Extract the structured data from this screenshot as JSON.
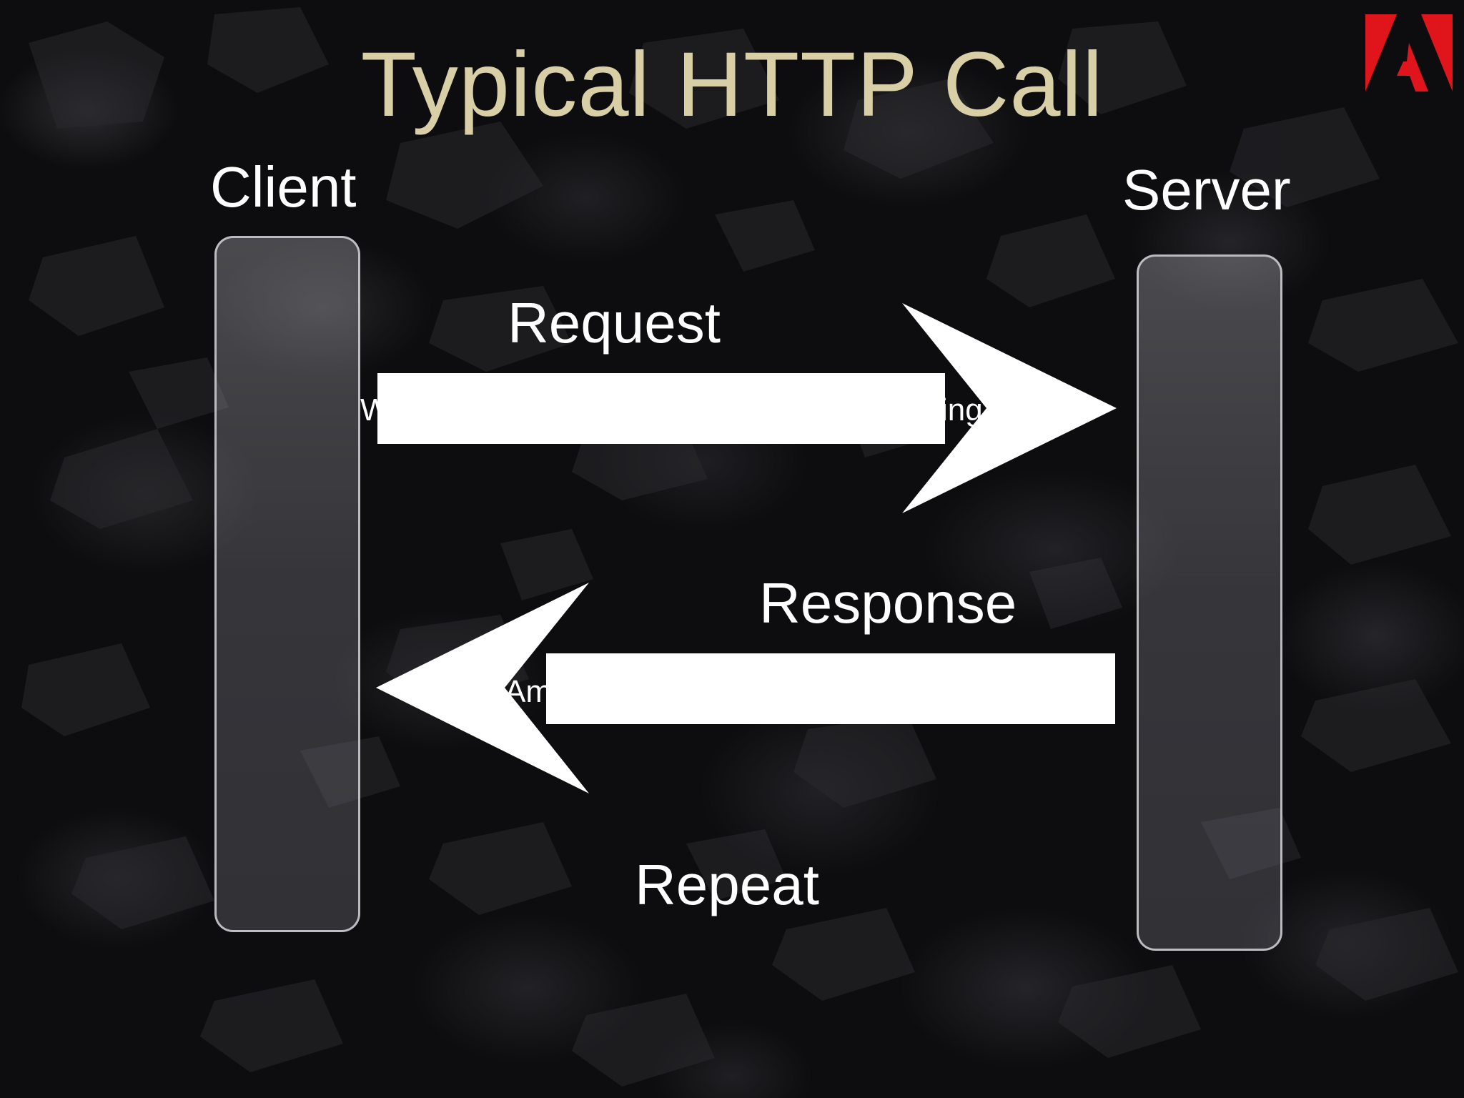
{
  "slide": {
    "title": "Typical HTTP Call",
    "client_label": "Client",
    "server_label": "Server",
    "request_label": "Request",
    "response_label": "Response",
    "repeat_label": "Repeat",
    "request_partial_left": "W",
    "request_partial_right": "ing",
    "response_partial": "Am"
  },
  "logo": {
    "icon": "adobe-logo-icon",
    "color": "#e0141b"
  },
  "colors": {
    "title": "#d8cfa6",
    "text": "#ffffff",
    "arrow": "#ffffff"
  }
}
